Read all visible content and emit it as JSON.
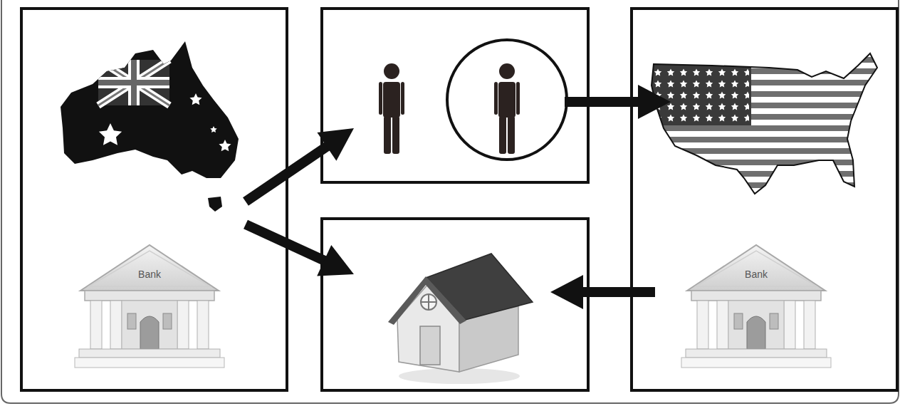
{
  "diagram": {
    "nodes": [
      {
        "text": [
          "Bank"
        ]
      },
      {
        "text": []
      },
      {
        "text": []
      },
      {
        "text": [
          "Bank"
        ]
      }
    ],
    "edges": [
      {
        "from": 0,
        "to": 1,
        "arrow": "to"
      },
      {
        "from": 0,
        "to": 2,
        "arrow": "to"
      },
      {
        "from": 1,
        "to": 3,
        "arrow": "to"
      },
      {
        "from": 3,
        "to": 2,
        "arrow": "to"
      }
    ]
  }
}
